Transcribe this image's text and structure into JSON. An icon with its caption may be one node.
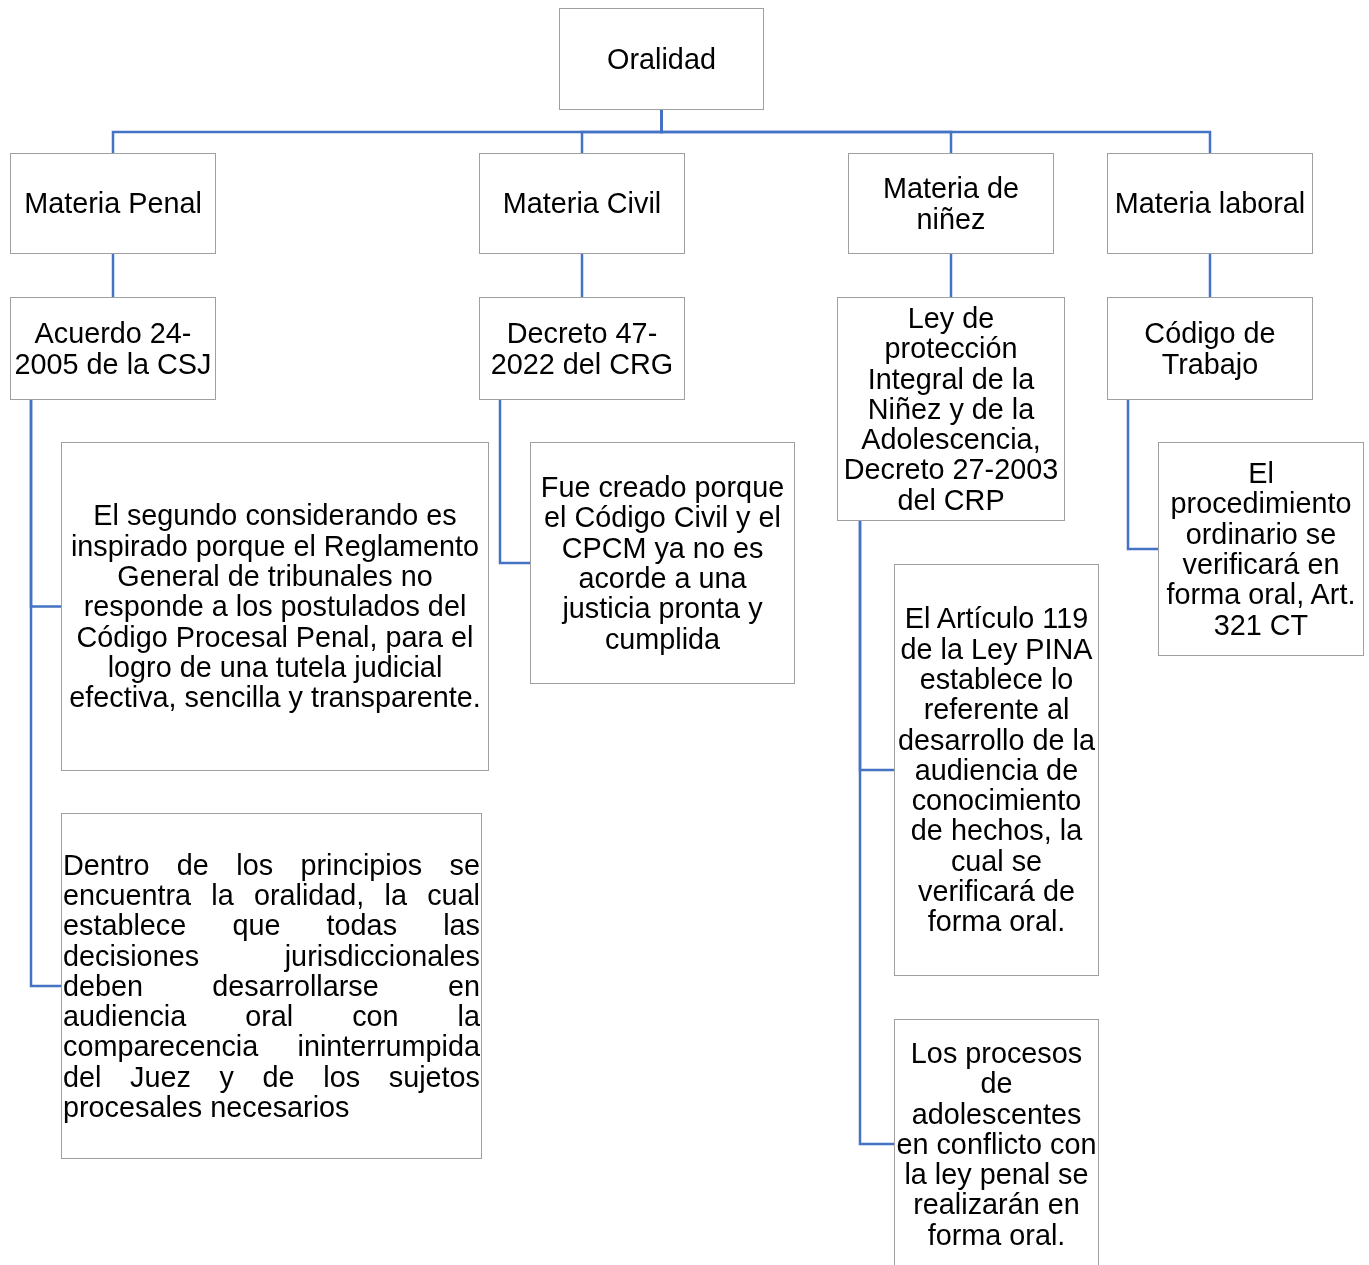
{
  "diagram": {
    "nodes": [
      {
        "text": [
          "Oralidad"
        ]
      },
      {
        "text": [
          "Materia Penal"
        ]
      },
      {
        "text": [
          "Materia Civil"
        ]
      },
      {
        "text": [
          "Materia de niñez"
        ]
      },
      {
        "text": [
          "Materia laboral"
        ]
      },
      {
        "text": [
          "Acuerdo 24-2005 de la CSJ"
        ]
      },
      {
        "text": [
          "Decreto 47-2022 del CRG"
        ]
      },
      {
        "text": [
          "Ley de protección Integral de la Niñez y de la Adolescencia, Decreto 27-2003 del CRP"
        ]
      },
      {
        "text": [
          "Código de Trabajo"
        ]
      },
      {
        "text": [
          "El segundo considerando es inspirado porque el Reglamento General de tribunales no responde a los postulados del Código Procesal Penal, para el logro de una tutela judicial efectiva, sencilla y transparente."
        ]
      },
      {
        "text": [
          "Dentro de los principios se encuentra la oralidad, la cual establece que todas las decisiones jurisdiccionales deben desarrollarse en audiencia oral con la comparecencia ininterrumpida del Juez y de los sujetos procesales necesarios"
        ]
      },
      {
        "text": [
          "Fue creado porque el Código Civil y el CPCM ya no es acorde a una justicia pronta y cumplida"
        ]
      },
      {
        "text": [
          "El Artículo 119 de la Ley PINA establece lo referente al desarrollo de la audiencia de conocimiento de hechos, la cual se verificará de forma oral."
        ]
      },
      {
        "text": [
          "Los procesos de adolescentes en conflicto con la ley penal se realizarán en forma oral."
        ]
      },
      {
        "text": [
          "El procedimiento ordinario se verificará en forma oral, Art. 321 CT"
        ]
      }
    ],
    "edges": [
      {
        "from": 0,
        "to": 1,
        "arrow": "none"
      },
      {
        "from": 0,
        "to": 2,
        "arrow": "none"
      },
      {
        "from": 0,
        "to": 3,
        "arrow": "none"
      },
      {
        "from": 0,
        "to": 4,
        "arrow": "none"
      },
      {
        "from": 1,
        "to": 5,
        "arrow": "none"
      },
      {
        "from": 2,
        "to": 6,
        "arrow": "none"
      },
      {
        "from": 3,
        "to": 7,
        "arrow": "none"
      },
      {
        "from": 4,
        "to": 8,
        "arrow": "none"
      },
      {
        "from": 5,
        "to": 9,
        "arrow": "none"
      },
      {
        "from": 5,
        "to": 10,
        "arrow": "none"
      },
      {
        "from": 6,
        "to": 11,
        "arrow": "none"
      },
      {
        "from": 7,
        "to": 12,
        "arrow": "none"
      },
      {
        "from": 7,
        "to": 13,
        "arrow": "none"
      },
      {
        "from": 8,
        "to": 14,
        "arrow": "none"
      }
    ]
  }
}
